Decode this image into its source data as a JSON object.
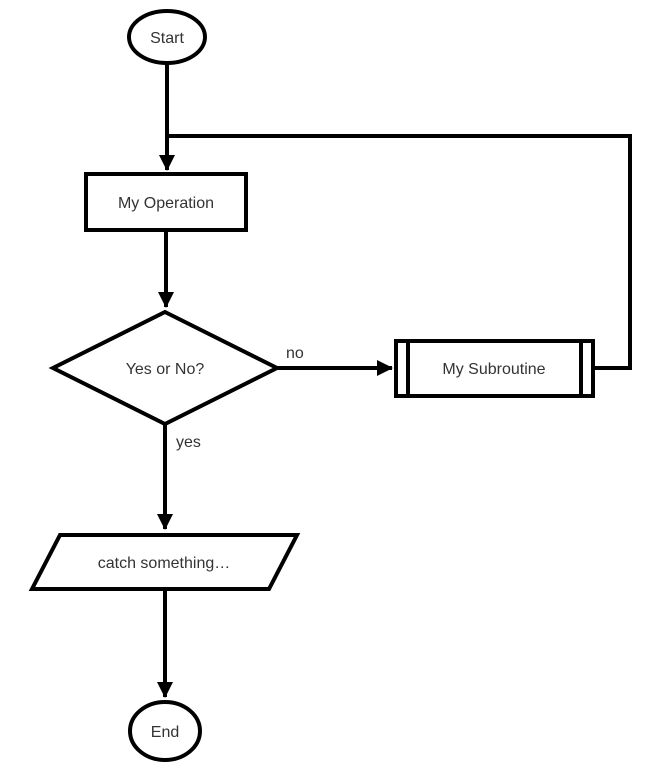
{
  "diagram": {
    "kind": "flowchart",
    "colors": {
      "stroke": "#000000",
      "shape_fill": "#ffffff",
      "text": "#333333",
      "background": "#ffffff"
    },
    "nodes": [
      {
        "id": "start",
        "shape": "terminator-ellipse",
        "label": "Start"
      },
      {
        "id": "my-operation",
        "shape": "process-rectangle",
        "label": "My Operation"
      },
      {
        "id": "decision",
        "shape": "decision-diamond",
        "label": "Yes or No?"
      },
      {
        "id": "my-subroutine",
        "shape": "subroutine-rectangle",
        "label": "My Subroutine"
      },
      {
        "id": "catch-something",
        "shape": "parallelogram",
        "label": "catch something…"
      },
      {
        "id": "end",
        "shape": "terminator-ellipse",
        "label": "End"
      }
    ],
    "edges": [
      {
        "from": "start",
        "to": "my-operation",
        "label": ""
      },
      {
        "from": "my-operation",
        "to": "decision",
        "label": ""
      },
      {
        "from": "decision",
        "to": "my-subroutine",
        "label": "no"
      },
      {
        "from": "my-subroutine",
        "to": "my-operation",
        "label": ""
      },
      {
        "from": "decision",
        "to": "catch-something",
        "label": "yes"
      },
      {
        "from": "catch-something",
        "to": "end",
        "label": ""
      }
    ]
  }
}
